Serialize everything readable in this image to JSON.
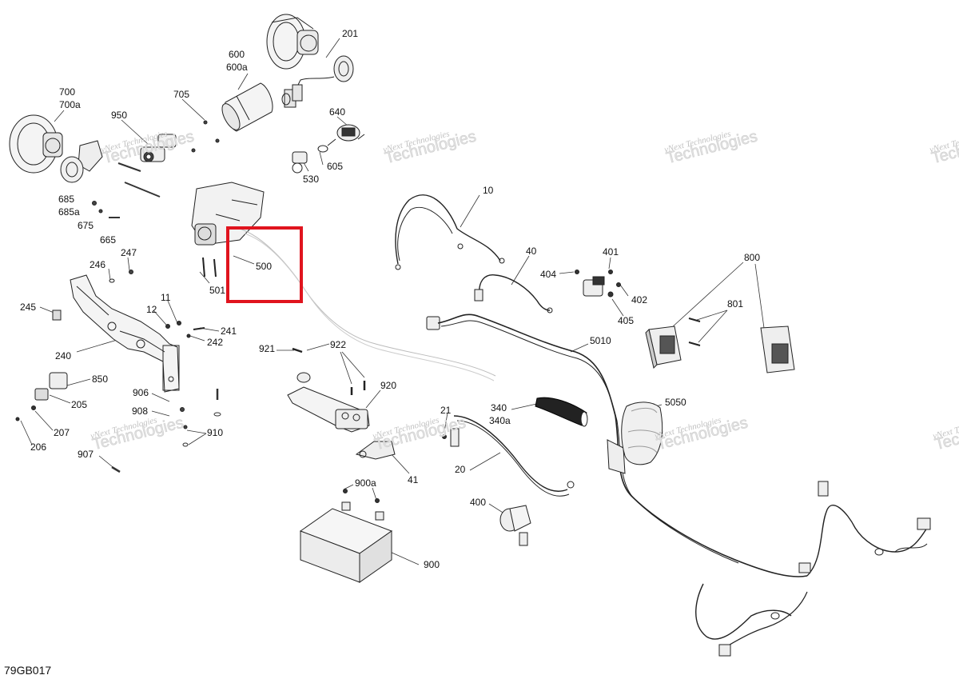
{
  "diagram_code": "79GB017",
  "highlight_color": "#e0141e",
  "watermark": {
    "line1": "vNext Technologies",
    "line2": "Technologies"
  },
  "callouts": [
    {
      "id": "c201",
      "text": "201"
    },
    {
      "id": "c600",
      "text": "600"
    },
    {
      "id": "c600a",
      "text": "600a"
    },
    {
      "id": "c700",
      "text": "700"
    },
    {
      "id": "c700a",
      "text": "700a"
    },
    {
      "id": "c705",
      "text": "705"
    },
    {
      "id": "c950",
      "text": "950"
    },
    {
      "id": "c640",
      "text": "640"
    },
    {
      "id": "c605",
      "text": "605"
    },
    {
      "id": "c530",
      "text": "530"
    },
    {
      "id": "c685",
      "text": "685"
    },
    {
      "id": "c685a",
      "text": "685a"
    },
    {
      "id": "c675",
      "text": "675"
    },
    {
      "id": "c665",
      "text": "665"
    },
    {
      "id": "c10",
      "text": "10"
    },
    {
      "id": "c500",
      "text": "500"
    },
    {
      "id": "c501",
      "text": "501"
    },
    {
      "id": "c247",
      "text": "247"
    },
    {
      "id": "c246",
      "text": "246"
    },
    {
      "id": "c40",
      "text": "40"
    },
    {
      "id": "c404",
      "text": "404"
    },
    {
      "id": "c401",
      "text": "401"
    },
    {
      "id": "c402",
      "text": "402"
    },
    {
      "id": "c405",
      "text": "405"
    },
    {
      "id": "c800",
      "text": "800"
    },
    {
      "id": "c801",
      "text": "801"
    },
    {
      "id": "c245",
      "text": "245"
    },
    {
      "id": "c12",
      "text": "12"
    },
    {
      "id": "c11",
      "text": "11"
    },
    {
      "id": "c241",
      "text": "241"
    },
    {
      "id": "c242",
      "text": "242"
    },
    {
      "id": "c240",
      "text": "240"
    },
    {
      "id": "c921",
      "text": "921"
    },
    {
      "id": "c922",
      "text": "922"
    },
    {
      "id": "c5010",
      "text": "5010"
    },
    {
      "id": "c850",
      "text": "850"
    },
    {
      "id": "c920",
      "text": "920"
    },
    {
      "id": "c906",
      "text": "906"
    },
    {
      "id": "c908",
      "text": "908"
    },
    {
      "id": "c205",
      "text": "205"
    },
    {
      "id": "c340",
      "text": "340"
    },
    {
      "id": "c340a",
      "text": "340a"
    },
    {
      "id": "c5050",
      "text": "5050"
    },
    {
      "id": "c21",
      "text": "21"
    },
    {
      "id": "c207",
      "text": "207"
    },
    {
      "id": "c910",
      "text": "910"
    },
    {
      "id": "c206",
      "text": "206"
    },
    {
      "id": "c907",
      "text": "907"
    },
    {
      "id": "c41",
      "text": "41"
    },
    {
      "id": "c20",
      "text": "20"
    },
    {
      "id": "c900a",
      "text": "900a"
    },
    {
      "id": "c400",
      "text": "400"
    },
    {
      "id": "c900",
      "text": "900"
    }
  ]
}
